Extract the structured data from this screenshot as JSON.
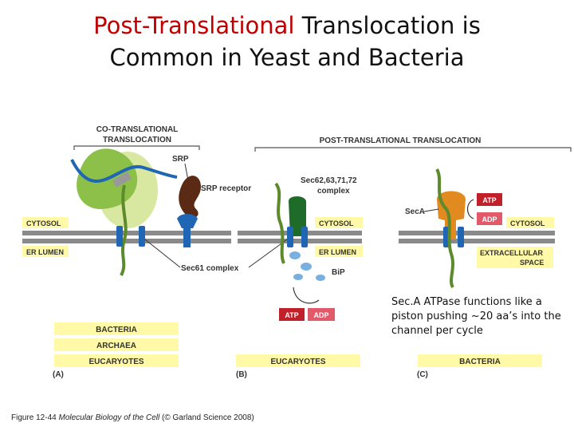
{
  "title": {
    "part_red": "Post-Translational",
    "part_black_1": "Translocation is",
    "line2": "Common in Yeast and Bacteria"
  },
  "diagram": {
    "co_header_1": "CO-TRANSLATIONAL",
    "co_header_2": "TRANSLOCATION",
    "post_header": "POST-TRANSLATIONAL TRANSLOCATION",
    "srp": "SRP",
    "srp_receptor": "SRP receptor",
    "sec62_1": "Sec62,63,71,72",
    "sec62_2": "complex",
    "seca": "SecA",
    "cytosol": "CYTOSOL",
    "er_lumen": "ER LUMEN",
    "extracellular_1": "EXTRACELLULAR",
    "extracellular_2": "SPACE",
    "sec61": "Sec61 complex",
    "bip": "BiP",
    "atp": "ATP",
    "adp": "ADP",
    "panel_a_boxes": [
      "BACTERIA",
      "ARCHAEA",
      "EUCARYOTES"
    ],
    "panel_b_box": "EUCARYOTES",
    "panel_c_box": "BACTERIA",
    "panel_a": "(A)",
    "panel_b": "(B)",
    "panel_c": "(C)"
  },
  "note": "Sec.A ATPase functions like a piston pushing ~20 aa’s into the channel per cycle",
  "caption": {
    "prefix": "Figure 12-44",
    "book": "Molecular Biology of the Cell",
    "suffix": "(© Garland Science 2008)"
  },
  "colors": {
    "title_red": "#c00000",
    "membrane": "#8a8a8a",
    "channel_blue": "#1f66b5",
    "label_yellow": "#fff9a8",
    "atp_red": "#c0202a",
    "adp_pink": "#e05a6a",
    "ribosome_green": "#8cc049",
    "srp_brown": "#5a2a14",
    "sec62_green": "#1f6b2a",
    "seca_orange": "#e08a20",
    "chain_green": "#5c8a2c"
  }
}
